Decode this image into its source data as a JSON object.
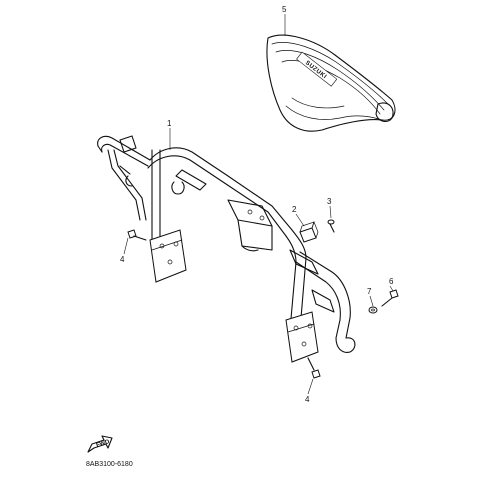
{
  "callouts": [
    {
      "id": "c1",
      "label": "1"
    },
    {
      "id": "c2",
      "label": "2"
    },
    {
      "id": "c3",
      "label": "3"
    },
    {
      "id": "c4a",
      "label": "4"
    },
    {
      "id": "c4b",
      "label": "4"
    },
    {
      "id": "c5",
      "label": "5"
    },
    {
      "id": "c6",
      "label": "6"
    },
    {
      "id": "c7",
      "label": "7"
    }
  ],
  "fwd_label": "FWD",
  "seat_brand_mark": "SUZUKI",
  "diagram_code": "8AB3100-6180"
}
